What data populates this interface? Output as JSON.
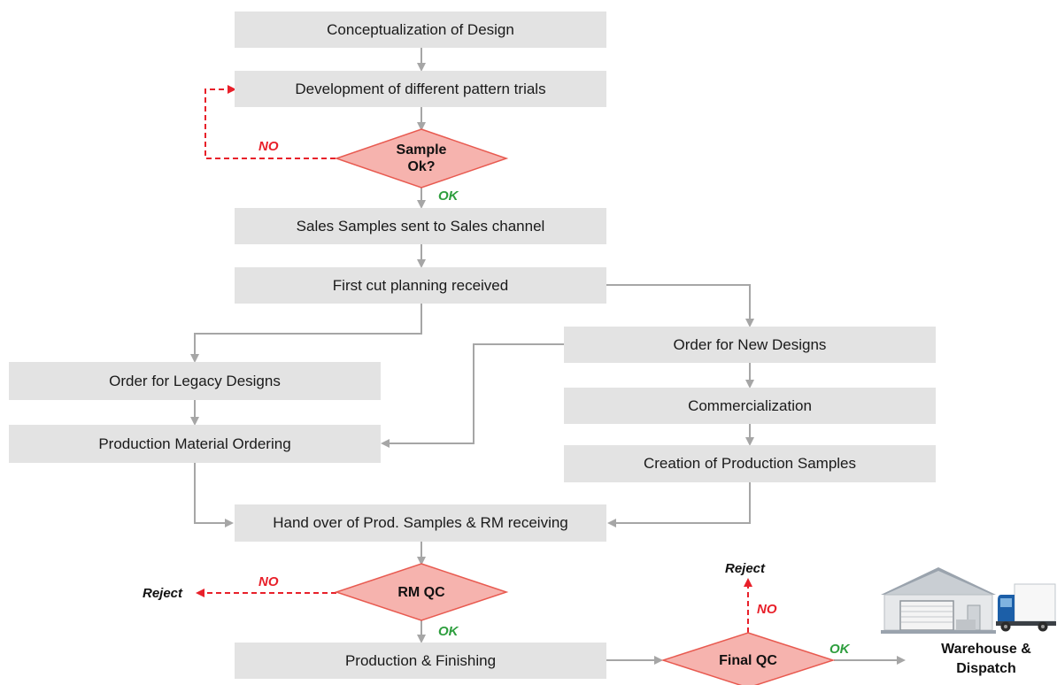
{
  "steps": {
    "concept": "Conceptualization of Design",
    "pattern": "Development of different pattern trials",
    "sales_samples": "Sales Samples sent to Sales channel",
    "first_cut": "First cut planning received",
    "new_designs": "Order for New Designs",
    "legacy": "Order for Legacy Designs",
    "commercialization": "Commercialization",
    "material_ordering": "Production Material Ordering",
    "prod_samples": "Creation of Production Samples",
    "handover": "Hand over of Prod. Samples & RM receiving",
    "production": "Production & Finishing"
  },
  "decisions": {
    "sample_ok_line1": "Sample",
    "sample_ok_line2": "Ok?",
    "rm_qc": "RM QC",
    "final_qc": "Final QC"
  },
  "labels": {
    "no": "NO",
    "ok": "OK",
    "reject": "Reject"
  },
  "destination": {
    "line1": "Warehouse &",
    "line2": "Dispatch"
  },
  "colors": {
    "box_fill": "#e3e3e3",
    "diamond_fill": "#f6b3ae",
    "diamond_stroke": "#e85a50",
    "connector": "#a6a6a6",
    "negative": "#e8202a",
    "positive": "#2e9e3e"
  }
}
